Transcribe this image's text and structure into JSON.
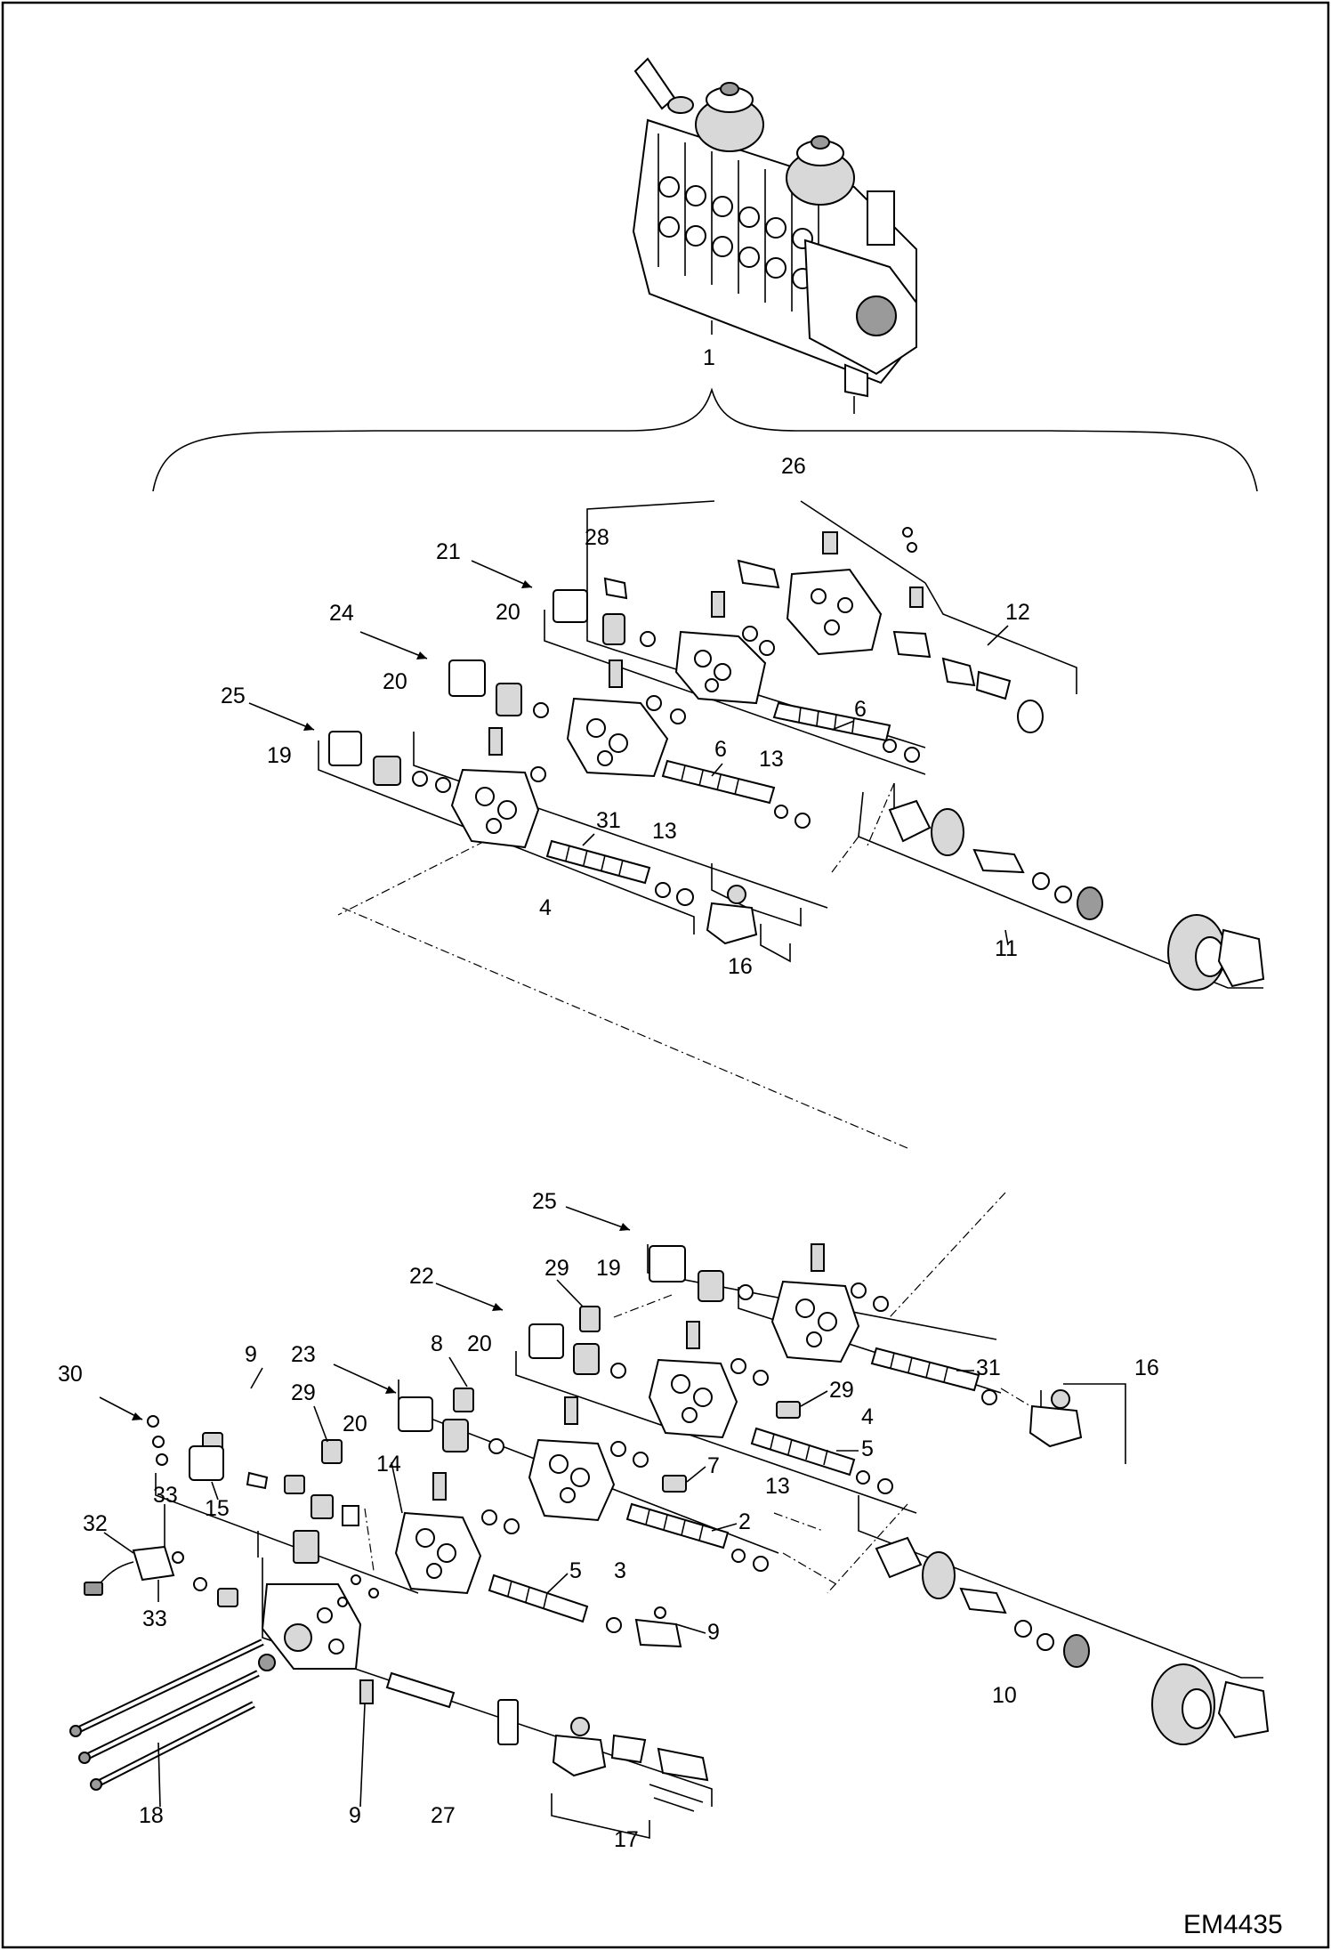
{
  "drawing_code": "EM4435",
  "callouts": {
    "c1": "1",
    "c26": "26",
    "c28": "28",
    "c21": "21",
    "c20a": "20",
    "c12": "12",
    "c24": "24",
    "c20b": "20",
    "c6a": "6",
    "c6b": "6",
    "c25a": "25",
    "c19a": "19",
    "c13a": "13",
    "c13b": "13",
    "c31a": "31",
    "c4a": "4",
    "c16a": "16",
    "c11": "11",
    "c25b": "25",
    "c29a": "29",
    "c19b": "19",
    "c22": "22",
    "c8": "8",
    "c20c": "20",
    "c31b": "31",
    "c16b": "16",
    "c30": "30",
    "c9a": "9",
    "c23": "23",
    "c29b": "29",
    "c20d": "20",
    "c4b": "4",
    "c5a": "5",
    "c29c": "29",
    "c7": "7",
    "c13c": "13",
    "c14": "14",
    "c15": "15",
    "c2": "2",
    "c33a": "33",
    "c32": "32",
    "c33b": "33",
    "c5b": "5",
    "c3": "3",
    "c9b": "9",
    "c10": "10",
    "c18": "18",
    "c9c": "9",
    "c27": "27",
    "c17": "17"
  }
}
